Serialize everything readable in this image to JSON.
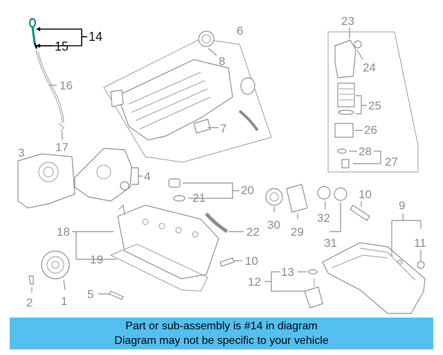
{
  "callouts": {
    "c1": "1",
    "c2": "2",
    "c3": "3",
    "c4": "4",
    "c5": "5",
    "c6": "6",
    "c7": "7",
    "c8": "8",
    "c9": "9",
    "c10a": "10",
    "c10b": "10",
    "c11": "11",
    "c12": "12",
    "c13": "13",
    "c14": "14",
    "c15": "15",
    "c16": "16",
    "c17": "17",
    "c18": "18",
    "c19": "19",
    "c20": "20",
    "c21": "21",
    "c22": "22",
    "c23": "23",
    "c24": "24",
    "c25": "25",
    "c26": "26",
    "c27": "27",
    "c28": "28",
    "c29": "29",
    "c30": "30",
    "c31": "31",
    "c32": "32"
  },
  "highlight": {
    "part_number": "14",
    "color": "#008b8b"
  },
  "banner": {
    "line1": "Part or sub-assembly is #14 in diagram",
    "line2": "Diagram may not be specific to your vehicle",
    "background": "#54c0f0"
  }
}
